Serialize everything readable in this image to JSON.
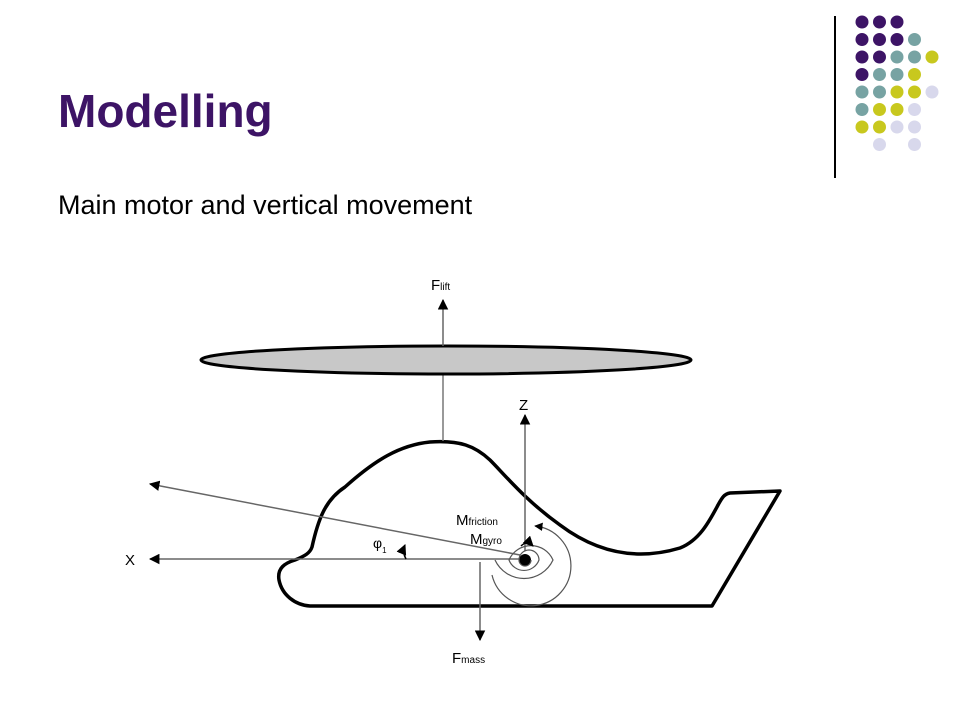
{
  "slide": {
    "title": "Modelling",
    "subtitle": "Main motor and vertical movement"
  },
  "colors": {
    "title": "#3d1466",
    "purple": "#3d1466",
    "teal": "#77a3a3",
    "olive": "#c8c81e",
    "lavender": "#d8d8ec",
    "rotor_fill": "#c8c8c8"
  },
  "decoration": {
    "dot_grid": [
      [
        "purple",
        "purple",
        "purple",
        "",
        ""
      ],
      [
        "purple",
        "purple",
        "purple",
        "teal",
        ""
      ],
      [
        "purple",
        "purple",
        "teal",
        "teal",
        "olive"
      ],
      [
        "purple",
        "teal",
        "teal",
        "olive",
        ""
      ],
      [
        "teal",
        "teal",
        "olive",
        "olive",
        "lavender"
      ],
      [
        "teal",
        "olive",
        "olive",
        "lavender",
        ""
      ],
      [
        "olive",
        "olive",
        "lavender",
        "lavender",
        ""
      ],
      [
        "",
        "lavender",
        "",
        "lavender",
        ""
      ]
    ]
  },
  "diagram": {
    "labels": {
      "f_lift": {
        "main": "F",
        "sub": "lift"
      },
      "z_axis": "Z",
      "x_axis": "X",
      "m_friction": {
        "main": "M",
        "sub": "friction"
      },
      "m_gyro": {
        "main": "M",
        "sub": "gyro"
      },
      "f_mass": {
        "main": "F",
        "sub": "mass"
      },
      "phi": {
        "main": "φ",
        "sub": "1"
      }
    }
  }
}
